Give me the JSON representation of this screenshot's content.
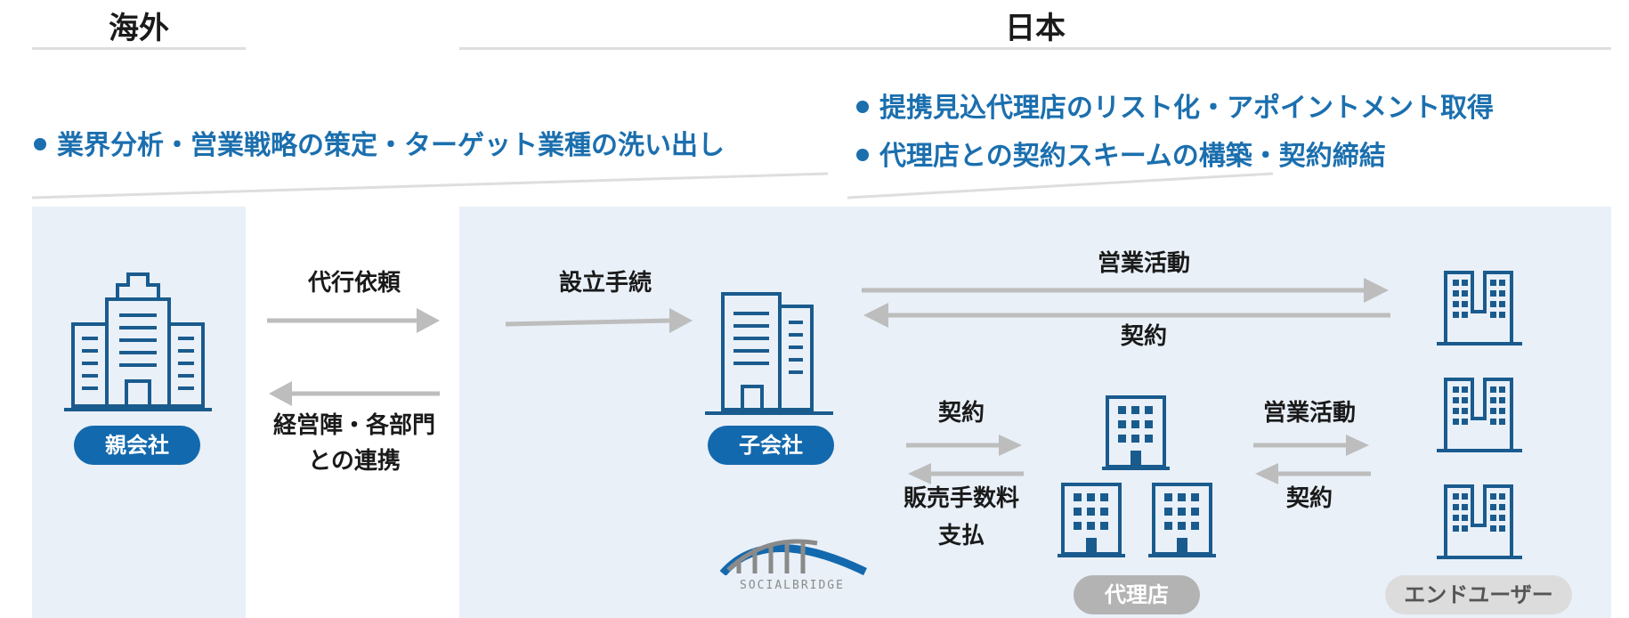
{
  "regions": {
    "overseas": "海外",
    "japan": "日本"
  },
  "bullets": {
    "overseas": [
      "業界分析・営業戦略の策定・ターゲット業種の洗い出し"
    ],
    "japan": [
      "提携見込代理店のリスト化・アポイントメント取得",
      "代理店との契約スキームの構築・契約締結"
    ]
  },
  "entities": {
    "parent": "親会社",
    "subsidiary": "子会社",
    "agency": "代理店",
    "end_user": "エンドユーザー"
  },
  "flows": {
    "delegation": "代行依頼",
    "liaison_line1": "経営陣・各部門",
    "liaison_line2": "との連携",
    "establishment": "設立手続",
    "sales_top": "営業活動",
    "contract_top": "契約",
    "contract_agency": "契約",
    "fee_line1": "販売手数料",
    "fee_line2": "支払",
    "sales_mid": "営業活動",
    "contract_mid": "契約"
  },
  "logo": {
    "text": "SOCIALBRIDGE"
  },
  "colors": {
    "accent": "#1b6fae",
    "icon": "#1a5b8e",
    "panel": "#e9f0f8",
    "arrow": "#bdbdbd"
  }
}
